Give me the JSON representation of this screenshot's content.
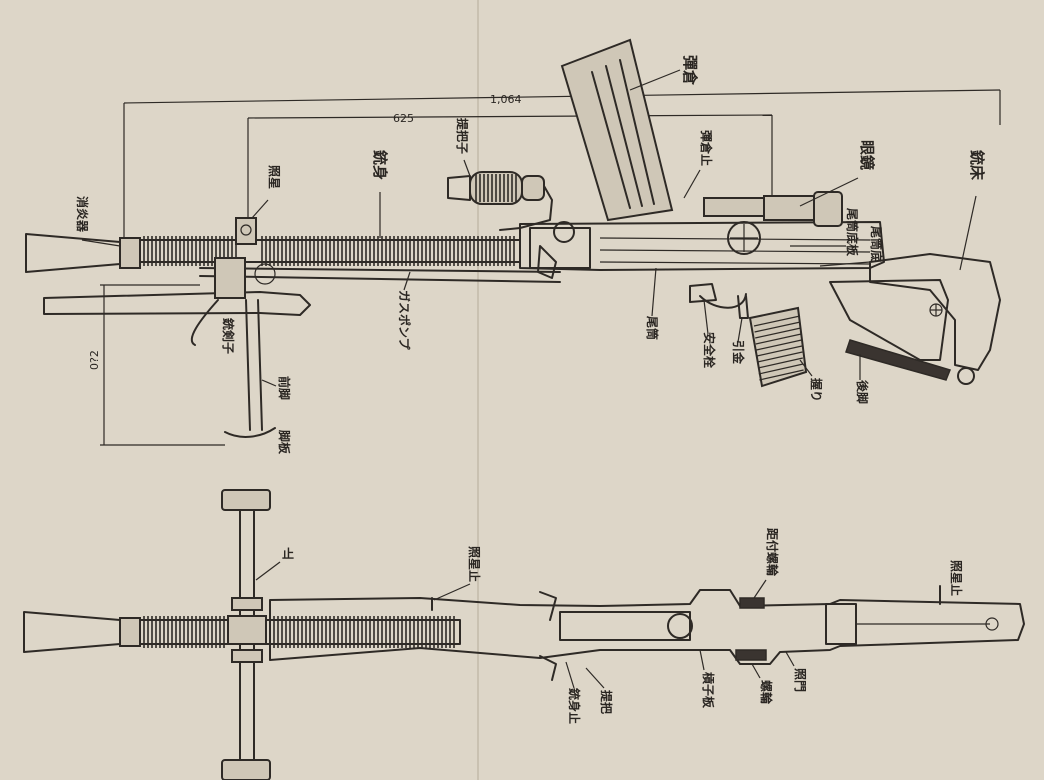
{
  "labels": {
    "muzzle": "消炎器",
    "front_sight": "照星",
    "barrel": "銃身",
    "carry_handle": "提把子",
    "magazine": "彈倉",
    "mag_cover": "彈倉止",
    "scope": "眼鏡",
    "stock": "銃床",
    "rear_sight_slide": "尾筒底板",
    "rear_base": "尾筒底",
    "gas_pump": "ガスポンプ",
    "bayonet": "銃剣子",
    "front_leg": "前脚",
    "foot_plate": "脚板",
    "receiver": "尾筒",
    "safety": "安全栓",
    "trigger": "引金",
    "grip": "握り",
    "rear_leg": "後脚",
    "top_stop": "止",
    "top_sight_stop": "照星止",
    "top_sight_drum": "距付螺輪",
    "top_rear_stop": "照星止",
    "barrel_stop": "銃身止",
    "top_handle": "提把",
    "cocking_plate": "槓子板",
    "drum": "螺輪",
    "gate": "照門"
  },
  "dimensions": {
    "overall": "1,064",
    "barrel_len": "625",
    "height": "0?2"
  }
}
